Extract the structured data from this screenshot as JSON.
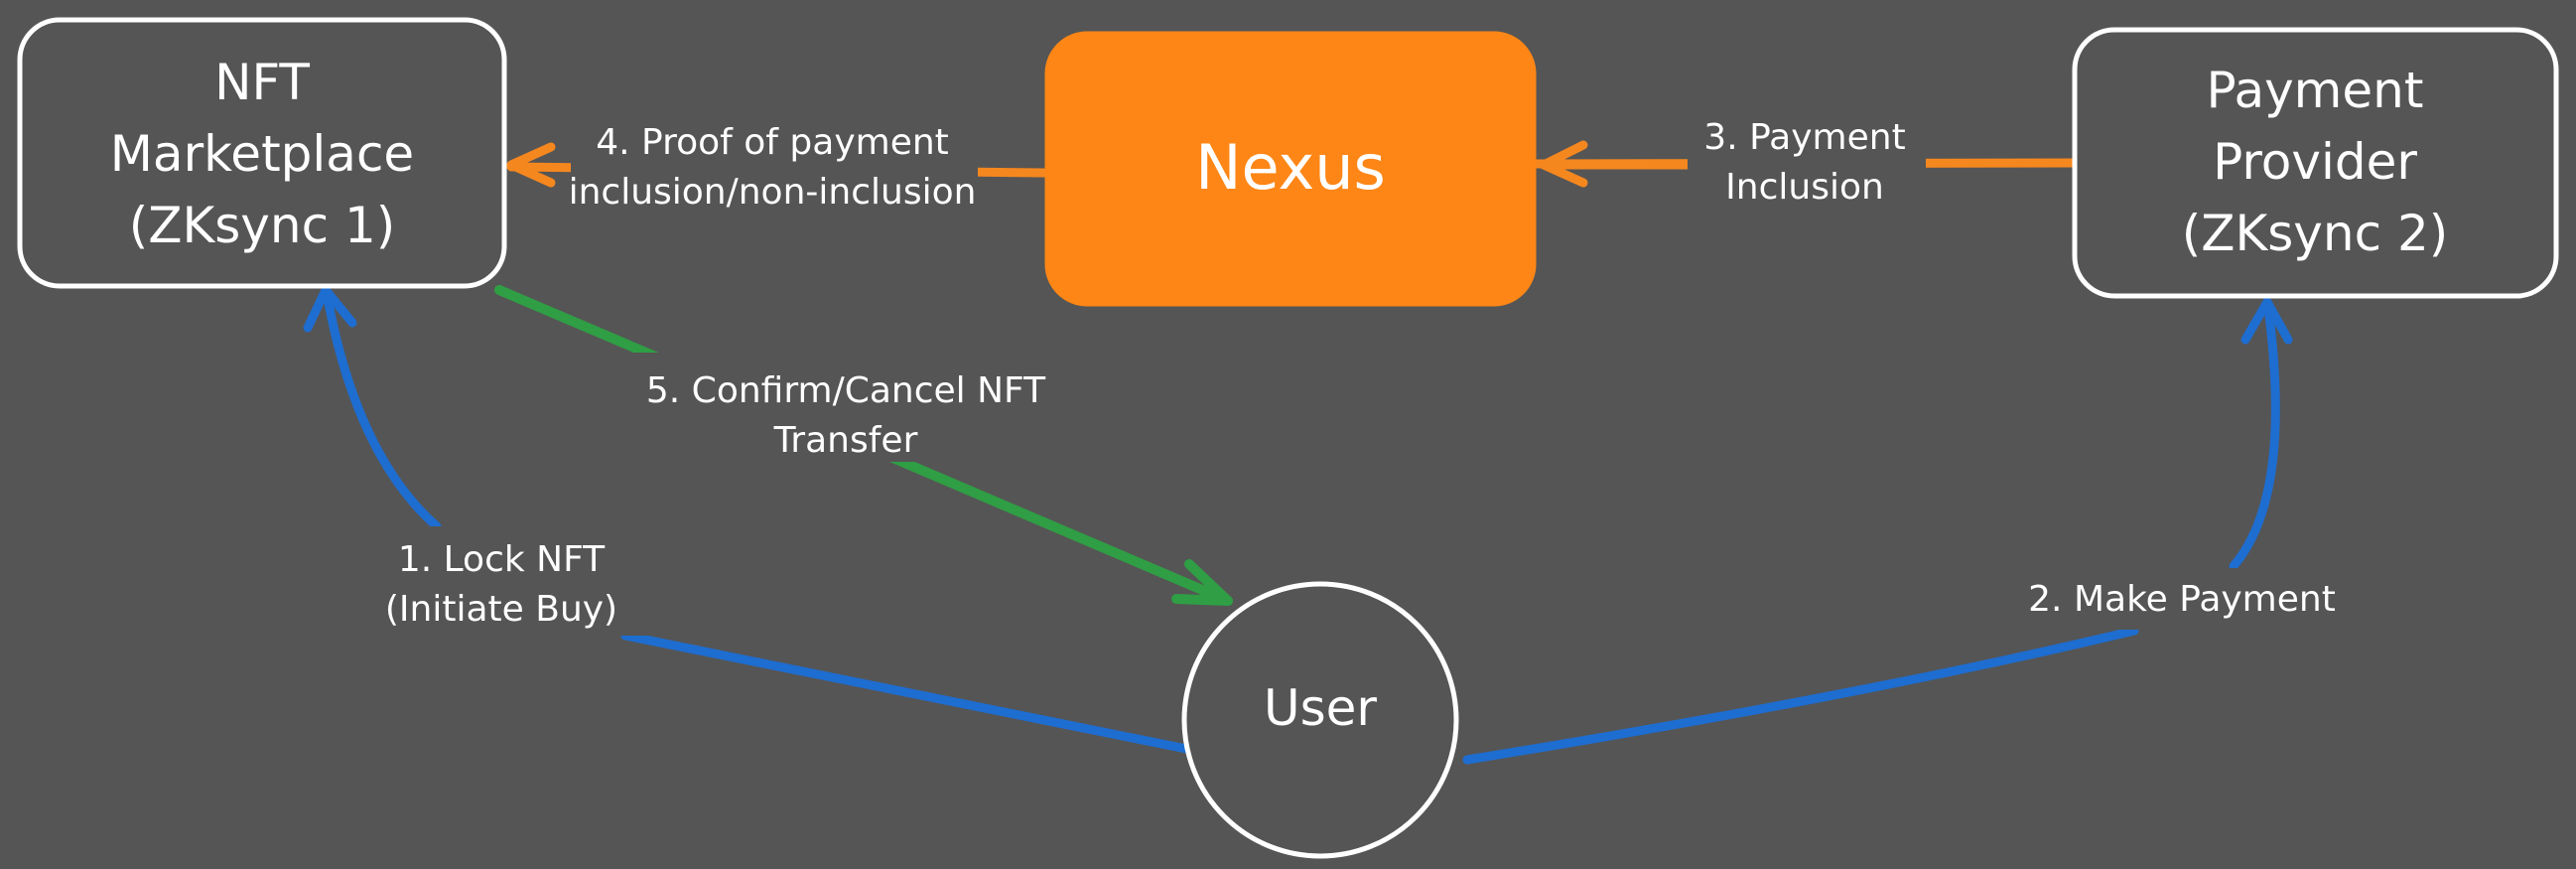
{
  "diagram": {
    "colors": {
      "background": "#555555",
      "outline": "#ffffff",
      "nexus_fill": "#fd8616",
      "orange_arrow": "#f5871f",
      "blue_arrow": "#1e6dd0",
      "green_arrow": "#2f9e44"
    },
    "nodes": {
      "nft_marketplace": {
        "lines": [
          "NFT",
          "Marketplace",
          "(ZKsync 1)"
        ]
      },
      "nexus": {
        "lines": [
          "Nexus"
        ]
      },
      "payment_provider": {
        "lines": [
          "Payment",
          "Provider",
          "(ZKsync 2)"
        ]
      },
      "user": {
        "lines": [
          "User"
        ]
      }
    },
    "edges": {
      "lock_nft": {
        "from": "user",
        "to": "nft_marketplace",
        "color": "blue",
        "label": [
          "1. Lock NFT",
          "(Initiate Buy)"
        ]
      },
      "make_payment": {
        "from": "user",
        "to": "payment_provider",
        "color": "blue",
        "label": [
          "2. Make Payment"
        ]
      },
      "payment_inclusion": {
        "from": "payment_provider",
        "to": "nexus",
        "color": "orange",
        "label": [
          "3. Payment",
          "Inclusion"
        ]
      },
      "proof_of_payment": {
        "from": "nexus",
        "to": "nft_marketplace",
        "color": "orange",
        "label": [
          "4. Proof of payment",
          "inclusion/non-inclusion"
        ]
      },
      "confirm_cancel": {
        "from": "nft_marketplace",
        "to": "user",
        "color": "green",
        "label": [
          "5. Confirm/Cancel NFT",
          "Transfer"
        ]
      }
    }
  }
}
